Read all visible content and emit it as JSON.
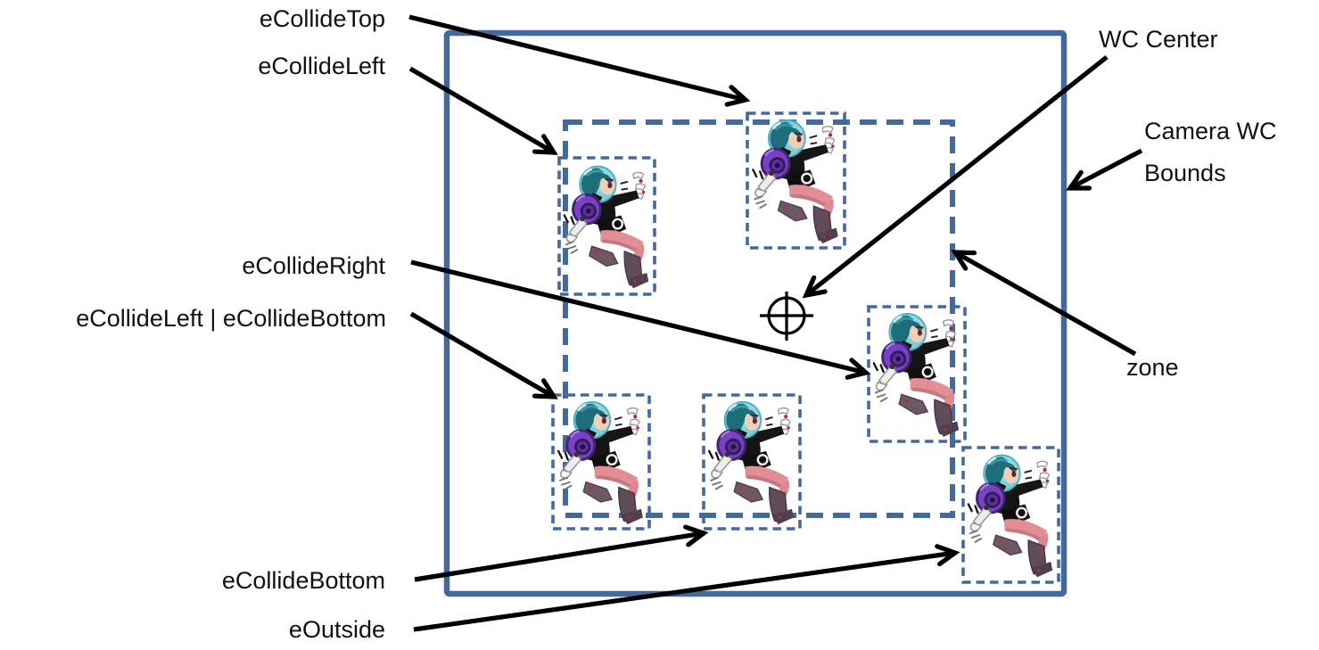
{
  "diagram": {
    "annotations": {
      "collide_top": "eCollideTop",
      "collide_left": "eCollideLeft",
      "collide_right": "eCollideRight",
      "collide_left_bottom": "eCollideLeft | eCollideBottom",
      "collide_bottom": "eCollideBottom",
      "outside": "eOutside",
      "wc_center": "WC Center",
      "camera_bounds_line1": "Camera WC",
      "camera_bounds_line2": "Bounds",
      "zone": "zone"
    },
    "entities": [
      {
        "position": "top",
        "collision_state": "eCollideTop"
      },
      {
        "position": "left",
        "collision_state": "eCollideLeft"
      },
      {
        "position": "right",
        "collision_state": "eCollideRight"
      },
      {
        "position": "bottom-left",
        "collision_state": "eCollideLeft | eCollideBottom"
      },
      {
        "position": "bottom",
        "collision_state": "eCollideBottom"
      },
      {
        "position": "outside",
        "collision_state": "eOutside"
      }
    ],
    "icons": {
      "wc_center_marker": "crosshair-circle-icon",
      "entity_sprite": "hero-character-sprite"
    },
    "colors": {
      "background": "#FFFFFF",
      "camera_border_blue": "#44699C",
      "zone_dash_blue": "#44699C",
      "entity_box_dash_blue": "#44699C",
      "arrow_black": "#000000",
      "text_black": "#111111",
      "sprite_helmet_cyan": "#85D7E3",
      "sprite_hair_teal": "#1D6D7B",
      "sprite_backpack_purple": "#7742C4",
      "sprite_pants_pink": "#E28E97",
      "sprite_boots_mauve": "#604C59"
    }
  }
}
